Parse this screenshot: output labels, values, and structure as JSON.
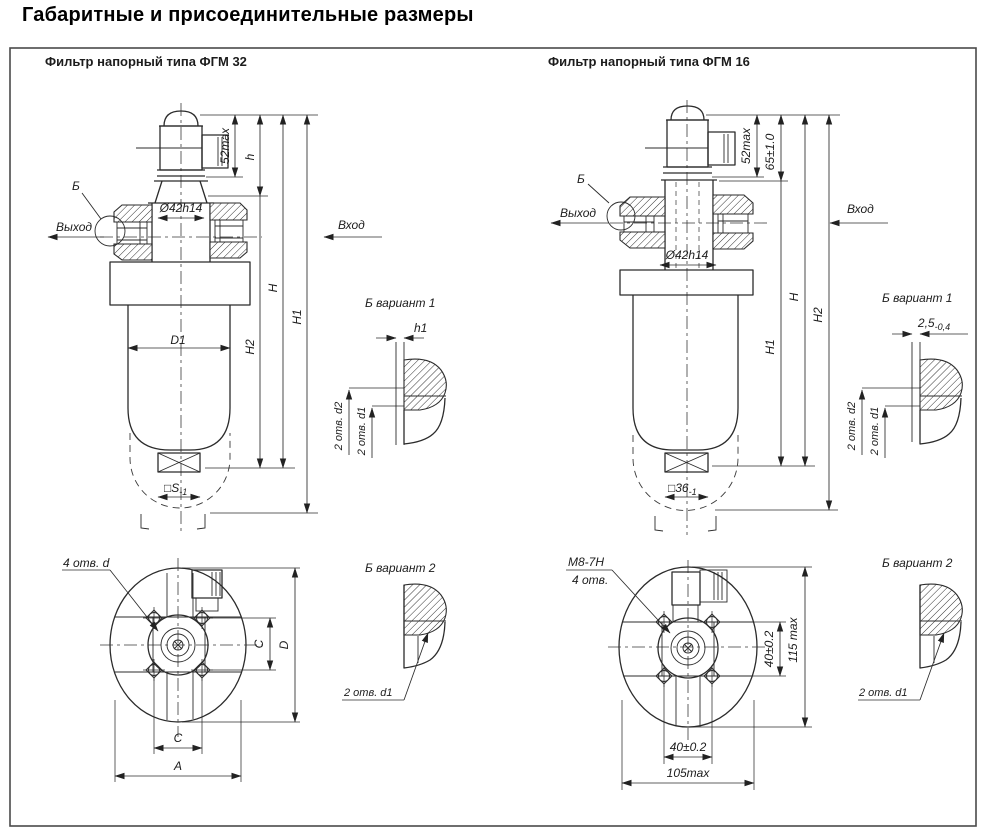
{
  "title": "Габаритные и присоединительные размеры",
  "left": {
    "panel_title": "Фильтр напорный типа ФГМ 32",
    "view_b": "Б",
    "outlet": "Выход",
    "inlet": "Вход",
    "dims": {
      "d52": "52max",
      "h": "h",
      "dia42": "Ø42h14",
      "D1": "D1",
      "H": "H",
      "H1": "H1",
      "H2": "H2",
      "S": "□S",
      "S_tol": "-1",
      "otv_d2": "2 отв. d2",
      "otv_d1": "2 отв. d1"
    },
    "variant1": {
      "title": "Б вариант 1",
      "h1": "h1",
      "otv_d2": "2 отв. d2",
      "otv_d1": "2 отв. d1"
    },
    "variant2": {
      "title": "Б вариант 2",
      "otv_d1": "2 отв. d1"
    },
    "bottom": {
      "holes": "4 отв. d",
      "C_side": "C",
      "D": "D",
      "C_bottom": "C",
      "A": "A"
    }
  },
  "right": {
    "panel_title": "Фильтр напорный типа ФГМ 16",
    "view_b": "Б",
    "outlet": "Выход",
    "inlet": "Вход",
    "dims": {
      "d52": "52max",
      "d65": "65±1.0",
      "dia42": "Ø42h14",
      "H": "H",
      "H1": "H1",
      "H2": "H2",
      "S36": "□36",
      "S36_tol": "-1",
      "otv_d2": "2 отв. d2",
      "otv_d1": "2 отв. d1"
    },
    "variant1": {
      "title": "Б вариант 1",
      "t25": "2,5",
      "t25_tol": "-0,4",
      "otv_d2": "2 отв. d2",
      "otv_d1": "2 отв. d1"
    },
    "variant2": {
      "title": "Б вариант 2",
      "otv_d1": "2 отв. d1"
    },
    "bottom": {
      "holes1": "М8-7Н",
      "holes2": "4 отв.",
      "d40_side": "40±0.2",
      "d115": "115 max",
      "d40_bottom": "40±0.2",
      "d105": "105max"
    }
  }
}
